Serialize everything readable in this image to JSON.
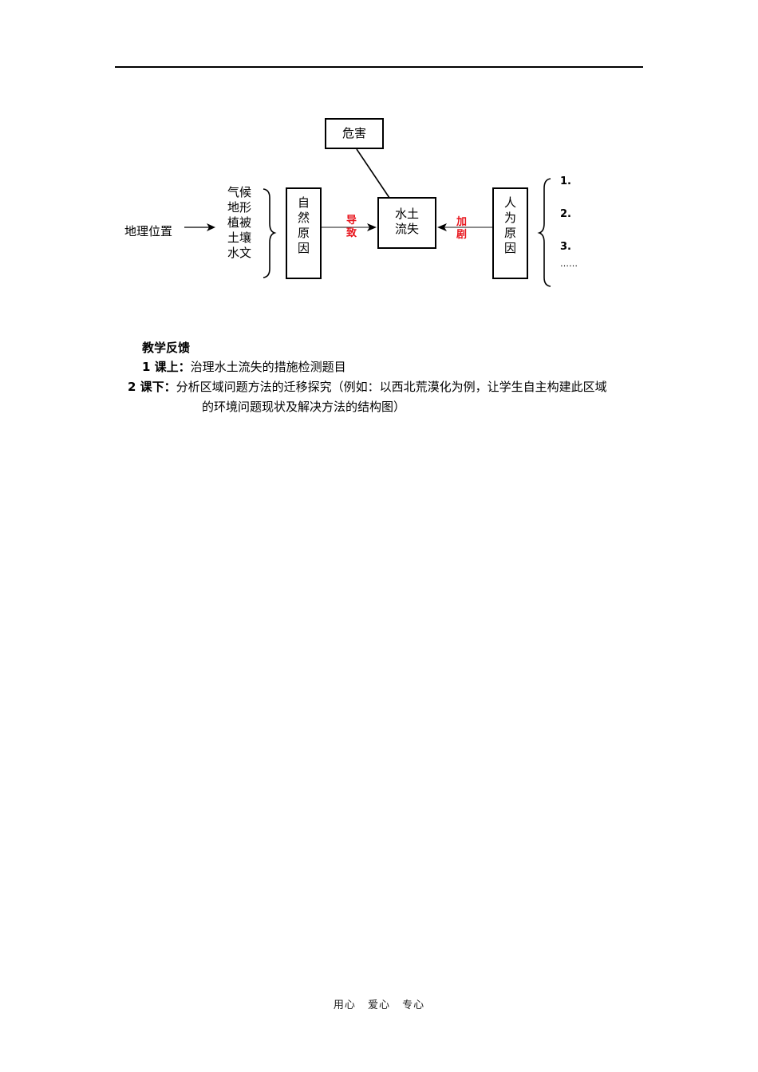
{
  "diagram": {
    "harm_box": "危害",
    "geo_position": "地理位置",
    "natural_factors": [
      "气候",
      "地形",
      "植被",
      "土壤",
      "水文"
    ],
    "natural_cause": [
      "自",
      "然",
      "原",
      "因"
    ],
    "lead_to": [
      "导",
      "致"
    ],
    "soil_erosion": [
      "水土",
      "流失"
    ],
    "aggravate": [
      "加",
      "剧"
    ],
    "human_cause": [
      "人",
      "为",
      "原",
      "因"
    ],
    "human_items": [
      "1.",
      "2.",
      "3.",
      "……"
    ],
    "accent_color": "#e8141c"
  },
  "feedback": {
    "title": "教学反馈",
    "item1_label": "1 课上：",
    "item1_text": "治理水土流失的措施检测题目",
    "item2_label": "2 课下：",
    "item2_text_line1": "分析区域问题方法的迁移探究（例如：以西北荒漠化为例，让学生自主构建此区域",
    "item2_text_line2": "的环境问题现状及解决方法的结构图）"
  },
  "footer": {
    "items": [
      "用心",
      "爱心",
      "专心"
    ]
  }
}
